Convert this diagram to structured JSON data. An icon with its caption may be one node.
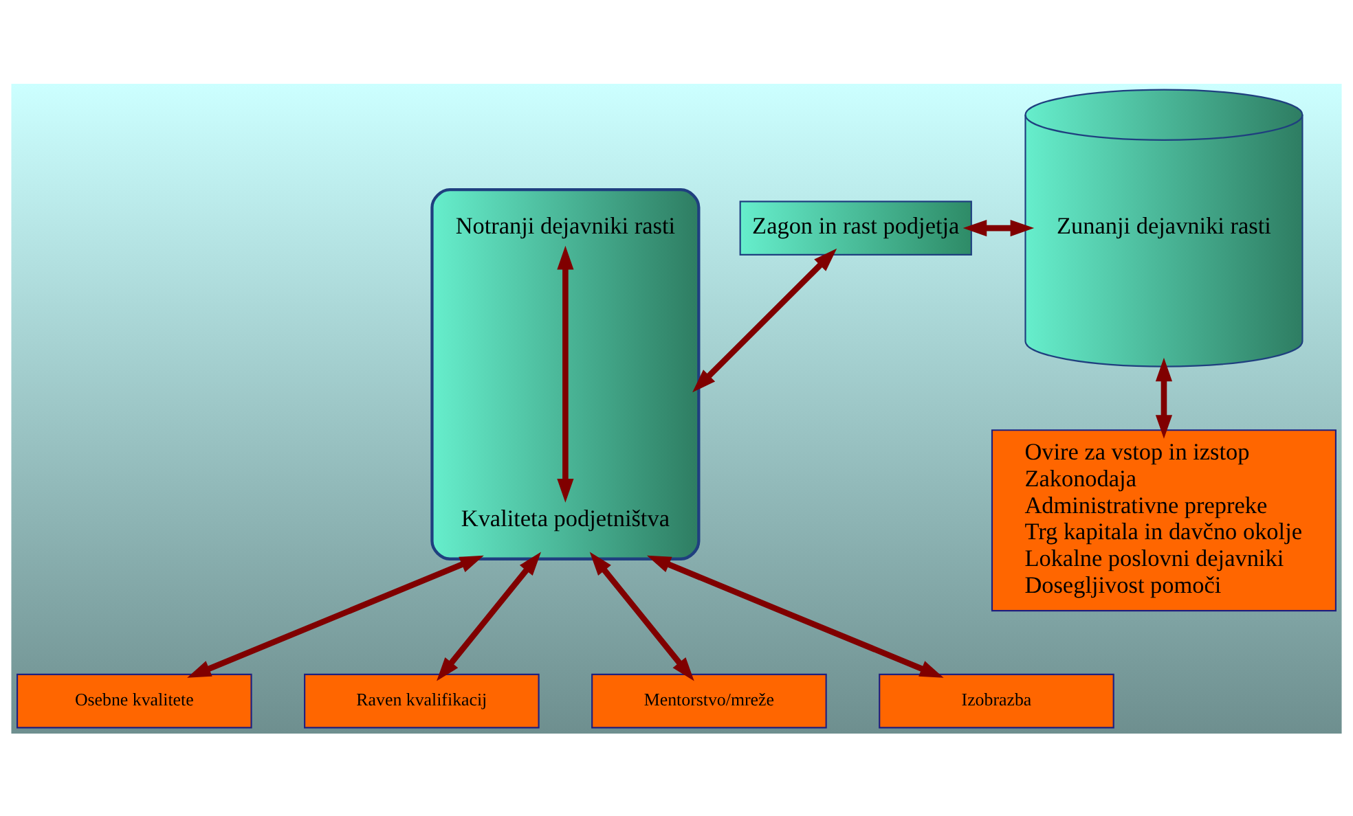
{
  "diagram": {
    "nodes": [
      {
        "text": [],
        "shape": "cylinder"
      },
      {
        "text": [
          "Notranji dejavniki rasti"
        ],
        "in": 0
      },
      {
        "text": [
          "Kvaliteta podjetništva"
        ],
        "in": 0
      },
      {
        "text": [
          "Zagon in rast podjetja"
        ]
      },
      {
        "text": [
          "Zunanji dejavniki rasti"
        ]
      },
      {
        "text": [
          "Osebne kvalitete"
        ]
      },
      {
        "text": [
          "Raven kvalifikacij"
        ]
      },
      {
        "text": [
          "Mentorstvo/mreže"
        ]
      },
      {
        "text": [
          "Izobrazba"
        ]
      },
      {
        "text": [
          "Ovire za vstop in izstop",
          "Zakonodaja",
          "Administrativne prepreke",
          "Trg kapitala in davčno okolje",
          "Lokalne poslovni dejavniki",
          "Dosegljivost pomoči"
        ]
      }
    ],
    "edges": [
      {
        "from": 1,
        "to": 2,
        "arrow": "both"
      },
      {
        "from": 0,
        "to": 3,
        "arrow": "both"
      },
      {
        "from": 3,
        "to": 4,
        "arrow": "both"
      },
      {
        "from": 0,
        "to": 5,
        "arrow": "both"
      },
      {
        "from": 0,
        "to": 6,
        "arrow": "both"
      },
      {
        "from": 0,
        "to": 7,
        "arrow": "both"
      },
      {
        "from": 0,
        "to": 8,
        "arrow": "both"
      },
      {
        "from": 4,
        "to": 9,
        "arrow": "both"
      }
    ]
  }
}
